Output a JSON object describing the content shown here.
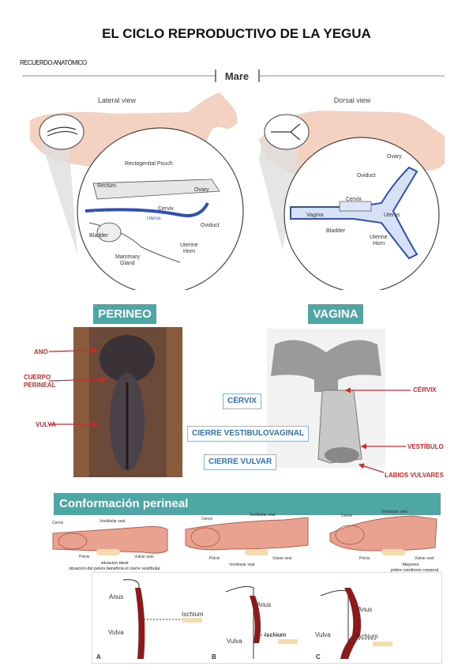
{
  "title": "EL CICLO REPRODUCTIVO DE LA YEGUA",
  "subtitle": "RECUERDO ANATÓMICO",
  "anatomy": {
    "header": "Mare",
    "lateral_view": "Lateral view",
    "dorsal_view": "Dorsal view",
    "lateral_labels": {
      "rectogenital_pouch": "Rectogenital Pouch",
      "rectum": "Rectum",
      "ovary": "Ovary",
      "cervix": "Cervix",
      "vagina": "Vagina",
      "uterus": "Uterus",
      "oviduct": "Oviduct",
      "bladder": "Bladder",
      "uterine_horn": "Uterine",
      "uterine_horn2": "Horn",
      "mammary": "Mammary",
      "mammary2": "Gland"
    },
    "dorsal_labels": {
      "ovary": "Ovary",
      "oviduct": "Oviduct",
      "cervix": "Cervix",
      "vagina": "Vagina",
      "uterus": "Uterus",
      "bladder": "Bladder",
      "uterine_horn": "Uterine",
      "uterine_horn2": "Horn"
    }
  },
  "perineo": {
    "badge": "PERINEO",
    "labels": {
      "ano": "ANO",
      "cuerpo": "CUERPO",
      "cuerpo2": "PERINEAL",
      "vulva": "VULVA"
    }
  },
  "vagina_panel": {
    "badge": "VAGINA",
    "labels": {
      "cervix": "CÉRVIX",
      "vestibulo": "VESTÍBULO",
      "labios": "LABIOS VULVARES"
    }
  },
  "center_boxes": {
    "cervix": "CÉRVIX",
    "cierre_vestibulovaginal": "CIERRE VESTIBULOVAGINAL",
    "cierre_vulvar": "CIERRE VULVAR"
  },
  "conformacion": {
    "title": "Conformación perineal",
    "panels": [
      {
        "cervix": "Cervix",
        "seal": "Vestibular seal",
        "pelvis": "Pelvis",
        "vulvar": "Vulvar seal",
        "caption1": "situacion ideal",
        "caption2": "situacion del pelvis beneficia el cierre vestibular"
      },
      {
        "cervix": "Cervix",
        "seal": "Vestibular seal",
        "pelvis": "Pelvis",
        "vulvar": "Vulvar seal",
        "caption1": "Vestibular seal",
        "caption2": ""
      },
      {
        "cervix": "Cervix",
        "seal": "Vestibular seal",
        "pelvis": "Pelvis",
        "vulvar": "Vulvar seal",
        "caption1": "Mayores",
        "caption2": "pobre condicion corporal"
      }
    ],
    "diagrams": [
      {
        "letter": "A",
        "anus": "Anus",
        "ischium": "Ischium",
        "vulva": "Vulva"
      },
      {
        "letter": "B",
        "anus": "Anus",
        "ischium": "Ischium",
        "vulva": "Vulva"
      },
      {
        "letter": "C",
        "anus": "Anus",
        "ischium": "Ischium",
        "vulva": "Vulva"
      }
    ]
  },
  "colors": {
    "teal": "#4ea7a4",
    "red": "#d6262a",
    "blue": "#2e74b5",
    "pink": "#e8a28f"
  }
}
